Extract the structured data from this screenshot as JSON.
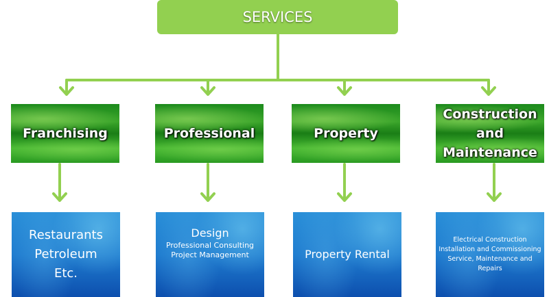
{
  "title": "SERVICES",
  "colors": {
    "connector": "#92d050",
    "title_box": "#92d050",
    "category_box": "#2a9a22",
    "detail_box": "#1f7ccf"
  },
  "categories": [
    {
      "label": "Franchising",
      "details": [
        "Restaurants",
        "Petroleum",
        "Etc."
      ]
    },
    {
      "label": "Professional",
      "details": [
        "Design",
        "Professional Consulting",
        "Project Management"
      ]
    },
    {
      "label": "Property",
      "details": [
        "Property Rental"
      ]
    },
    {
      "label": "Construction and Maintenance",
      "details": [
        "Electrical Construction",
        "Installation and Commissioning",
        "Service, Maintenance and Repairs"
      ]
    }
  ]
}
